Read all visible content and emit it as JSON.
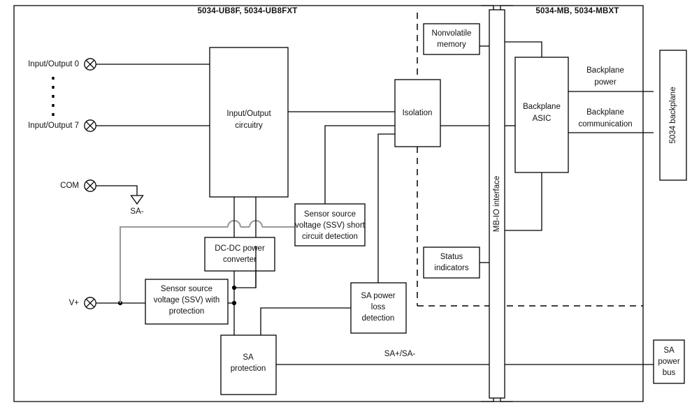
{
  "diagram": {
    "title": "5034 I/O module block diagram",
    "sections": [
      {
        "id": "io-module",
        "label": "5034-UB8F, 5034-UB8FXT"
      },
      {
        "id": "mb-module",
        "label": "5034-MB, 5034-MBXT"
      }
    ],
    "terminals": [
      {
        "id": "io0",
        "label": "Input/Output 0"
      },
      {
        "id": "io7",
        "label": "Input/Output 7"
      },
      {
        "id": "com",
        "label": "COM"
      },
      {
        "id": "vplus",
        "label": "V+"
      }
    ],
    "ground_label": "SA-",
    "blocks": [
      {
        "id": "io-circuitry",
        "label": "Input/Output\ncircuitry",
        "lines": [
          "Input/Output",
          "circuitry"
        ]
      },
      {
        "id": "isolation",
        "label": "Isolation",
        "lines": [
          "Isolation"
        ]
      },
      {
        "id": "nonvolatile-memory",
        "label": "Nonvolatile memory",
        "lines": [
          "Nonvolatile",
          "memory"
        ]
      },
      {
        "id": "backplane-asic",
        "label": "Backplane ASIC",
        "lines": [
          "Backplane",
          "ASIC"
        ]
      },
      {
        "id": "backplane-5034",
        "label": "5034 backplane",
        "lines": [
          "5034 backplane"
        ]
      },
      {
        "id": "mb-io-interface",
        "label": "MB-IO interface",
        "lines": [
          "MB-IO interface"
        ]
      },
      {
        "id": "status-indicators",
        "label": "Status indicators",
        "lines": [
          "Status",
          "indicators"
        ]
      },
      {
        "id": "ssv-short-detect",
        "label": "Sensor source voltage (SSV) short circuit detection",
        "lines": [
          "Sensor source",
          "voltage (SSV) short",
          "circuit detection"
        ]
      },
      {
        "id": "dc-dc-converter",
        "label": "DC-DC power converter",
        "lines": [
          "DC-DC power",
          "converter"
        ]
      },
      {
        "id": "ssv-protection",
        "label": "Sensor source voltage (SSV) with protection",
        "lines": [
          "Sensor source",
          "voltage (SSV) with",
          "protection"
        ]
      },
      {
        "id": "sa-power-loss",
        "label": "SA power loss detection",
        "lines": [
          "SA power",
          "loss",
          "detection"
        ]
      },
      {
        "id": "sa-protection",
        "label": "SA protection",
        "lines": [
          "SA",
          "protection"
        ]
      },
      {
        "id": "sa-power-bus",
        "label": "SA power bus",
        "lines": [
          "SA",
          "power",
          "bus"
        ]
      }
    ],
    "wire_labels": [
      {
        "id": "backplane-power",
        "lines": [
          "Backplane",
          "power"
        ]
      },
      {
        "id": "backplane-communication",
        "lines": [
          "Backplane",
          "communication"
        ]
      },
      {
        "id": "sa-plus-minus",
        "lines": [
          "SA+/SA-"
        ]
      }
    ],
    "colors": {
      "line": "#000000",
      "gray_line": "#9a9a9a",
      "background": "#ffffff",
      "text": "#111111"
    }
  }
}
